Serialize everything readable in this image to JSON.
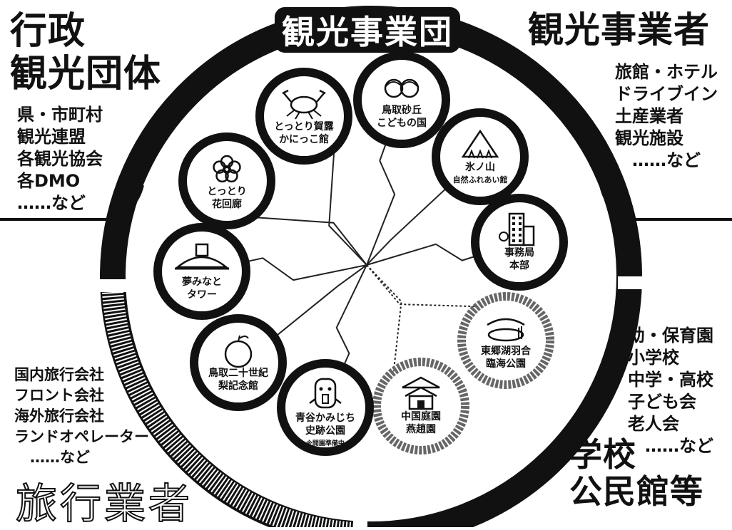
{
  "center": {
    "title": "観光事業団"
  },
  "quadrants": {
    "top_left": {
      "title_lines": [
        "行政",
        "観光団体"
      ],
      "items": [
        "県・市町村",
        "観光連盟",
        "各観光協会",
        "各DMO",
        "……など"
      ]
    },
    "top_right": {
      "title": "観光事業者",
      "items": [
        "旅館・ホテル",
        "ドライブイン",
        "土産業者",
        "観光施設",
        "……など"
      ]
    },
    "bottom_left": {
      "title": "旅行業者",
      "items": [
        "国内旅行会社",
        "フロント会社",
        "海外旅行会社",
        "ランドオペレーター",
        "……など"
      ]
    },
    "bottom_right": {
      "title_lines": [
        "学校",
        "公民館等"
      ],
      "items": [
        "幼・保育園",
        "小学校",
        "中学・高校",
        "子ども会",
        "老人会",
        "……など"
      ]
    }
  },
  "nodes": [
    {
      "id": "kanikko",
      "lines": [
        "とっとり賀露",
        "かにっこ館"
      ],
      "icon": "crab-icon",
      "style": "solid"
    },
    {
      "id": "kodomo",
      "lines": [
        "鳥取砂丘",
        "こどもの国"
      ],
      "icon": "children-icon",
      "style": "solid"
    },
    {
      "id": "hyonosen",
      "lines": [
        "氷ノ山",
        "自然ふれあい館"
      ],
      "icon": "mountain-icon",
      "style": "solid"
    },
    {
      "id": "jimukyoku",
      "lines": [
        "事務局",
        "本部"
      ],
      "icon": "office-building-icon",
      "style": "solid"
    },
    {
      "id": "togo",
      "lines": [
        "東郷湖羽合",
        "臨海公園"
      ],
      "icon": "lake-park-icon",
      "style": "gray"
    },
    {
      "id": "enshoen",
      "lines": [
        "中国庭園",
        "燕趙園"
      ],
      "icon": "chinese-pavilion-icon",
      "style": "gray"
    },
    {
      "id": "aoya",
      "lines": [
        "青谷かみじち",
        "史跡公園"
      ],
      "note": "※開園準備中",
      "icon": "clay-figure-icon",
      "style": "solid"
    },
    {
      "id": "nijisseiki",
      "lines": [
        "鳥取二十世紀",
        "梨記念館"
      ],
      "icon": "pear-icon",
      "style": "solid"
    },
    {
      "id": "yumeminato",
      "lines": [
        "夢みなと",
        "タワー"
      ],
      "icon": "tower-dome-icon",
      "style": "solid"
    },
    {
      "id": "kairo",
      "lines": [
        "とっとり",
        "花回廊"
      ],
      "icon": "flower-icon",
      "style": "solid"
    }
  ]
}
